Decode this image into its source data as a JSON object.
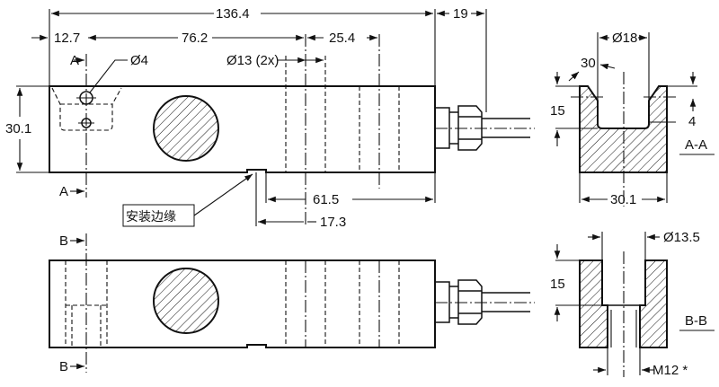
{
  "dimensions": {
    "overall_length": "136.4",
    "cable_gland": "19",
    "hole_offset": "12.7",
    "hole_spacing": "76.2",
    "mount_spacing": "25.4",
    "mount_hole": "Ø13 (2x)",
    "small_hole": "Ø4",
    "height": "30.1",
    "edge_to_end": "61.5",
    "edge_offset": "17.3",
    "section_a_width": "30.1",
    "section_a_bore": "Ø18",
    "section_a_angle": "30",
    "section_a_depth": "15",
    "section_a_chamfer": "4",
    "section_b_depth": "15",
    "section_b_bore": "Ø13.5",
    "section_b_thread": "M12 *"
  },
  "labels": {
    "a_top": "A",
    "a_bottom": "A",
    "b_top": "B",
    "b_bottom": "B",
    "section_a": "A-A",
    "section_b": "B-B",
    "mount_edge": "安装边缘"
  }
}
